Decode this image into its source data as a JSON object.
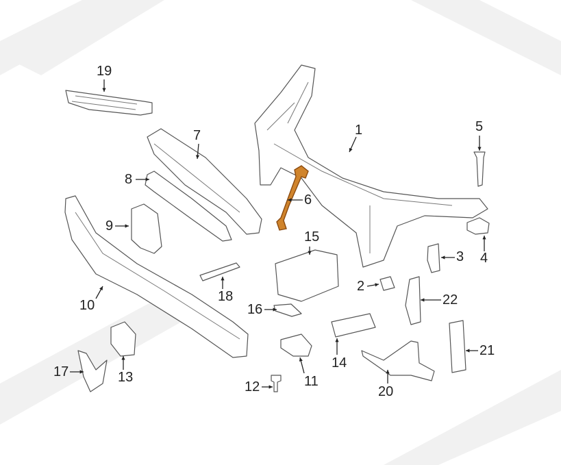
{
  "diagram": {
    "highlight_color": "#d0842c",
    "highlighted_part": "6",
    "callouts": [
      {
        "id": "1",
        "label": "1"
      },
      {
        "id": "2",
        "label": "2"
      },
      {
        "id": "3",
        "label": "3"
      },
      {
        "id": "4",
        "label": "4"
      },
      {
        "id": "5",
        "label": "5"
      },
      {
        "id": "6",
        "label": "6"
      },
      {
        "id": "7",
        "label": "7"
      },
      {
        "id": "8",
        "label": "8"
      },
      {
        "id": "9",
        "label": "9"
      },
      {
        "id": "10",
        "label": "10"
      },
      {
        "id": "11",
        "label": "11"
      },
      {
        "id": "12",
        "label": "12"
      },
      {
        "id": "13",
        "label": "13"
      },
      {
        "id": "14",
        "label": "14"
      },
      {
        "id": "15",
        "label": "15"
      },
      {
        "id": "16",
        "label": "16"
      },
      {
        "id": "17",
        "label": "17"
      },
      {
        "id": "18",
        "label": "18"
      },
      {
        "id": "19",
        "label": "19"
      },
      {
        "id": "20",
        "label": "20"
      },
      {
        "id": "21",
        "label": "21"
      },
      {
        "id": "22",
        "label": "22"
      }
    ]
  }
}
